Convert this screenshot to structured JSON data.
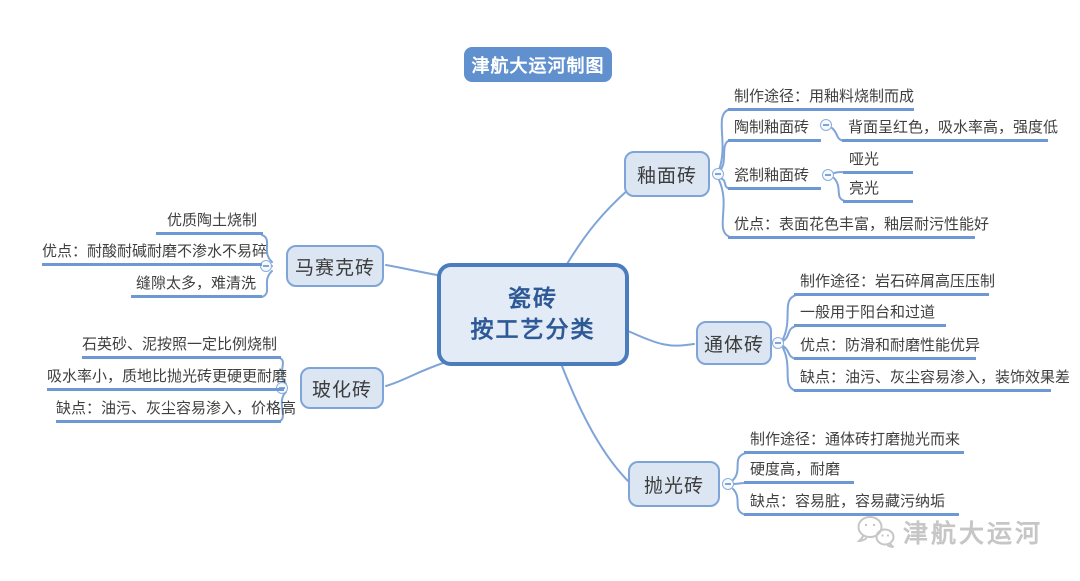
{
  "badge": {
    "label": "津航大运河制图"
  },
  "center": {
    "line1": "瓷砖",
    "line2": "按工艺分类"
  },
  "branches": {
    "youmian": {
      "label": "釉面砖",
      "items": {
        "method": "制作途径：用釉料烧制而成",
        "taozhi": "陶制釉面砖",
        "taozhi_detail": "背面呈红色，吸水率高，强度低",
        "cizhi": "瓷制釉面砖",
        "matte": "哑光",
        "glossy": "亮光",
        "pros": "优点：表面花色丰富，釉层耐污性能好"
      }
    },
    "tongti": {
      "label": "通体砖",
      "items": {
        "method": "制作途径：岩石碎屑高压压制",
        "usage": "一般用于阳台和过道",
        "pros": "优点：防滑和耐磨性能优异",
        "cons": "缺点：油污、灰尘容易渗入，装饰效果差"
      }
    },
    "paoguang": {
      "label": "抛光砖",
      "items": {
        "method": "制作途径：通体砖打磨抛光而来",
        "feature": "硬度高，耐磨",
        "cons": "缺点：容易脏，容易藏污纳垢"
      }
    },
    "masaike": {
      "label": "马赛克砖",
      "items": {
        "method": "优质陶土烧制",
        "pros": "优点：耐酸耐碱耐磨不渗水不易碎",
        "cons": "缝隙太多，难清洗"
      }
    },
    "bohua": {
      "label": "玻化砖",
      "items": {
        "method": "石英砂、泥按照一定比例烧制",
        "feature": "吸水率小，质地比抛光砖更硬更耐磨",
        "cons": "缺点：油污、灰尘容易渗入，价格高"
      }
    }
  },
  "watermark": {
    "label": "津航大运河",
    "icon": "wechat-icon"
  },
  "colors": {
    "badge_bg": "#6190cf",
    "center_fill": "#e2ebf6",
    "center_border": "#4a7cbe",
    "center_text": "#2d5a96",
    "topic_fill": "#dce6f2",
    "topic_border": "#7fa4d8",
    "line_blue": "#6d98d4",
    "leaf_text": "#3f3f3f",
    "watermark_gray": "#c6c6c6"
  }
}
